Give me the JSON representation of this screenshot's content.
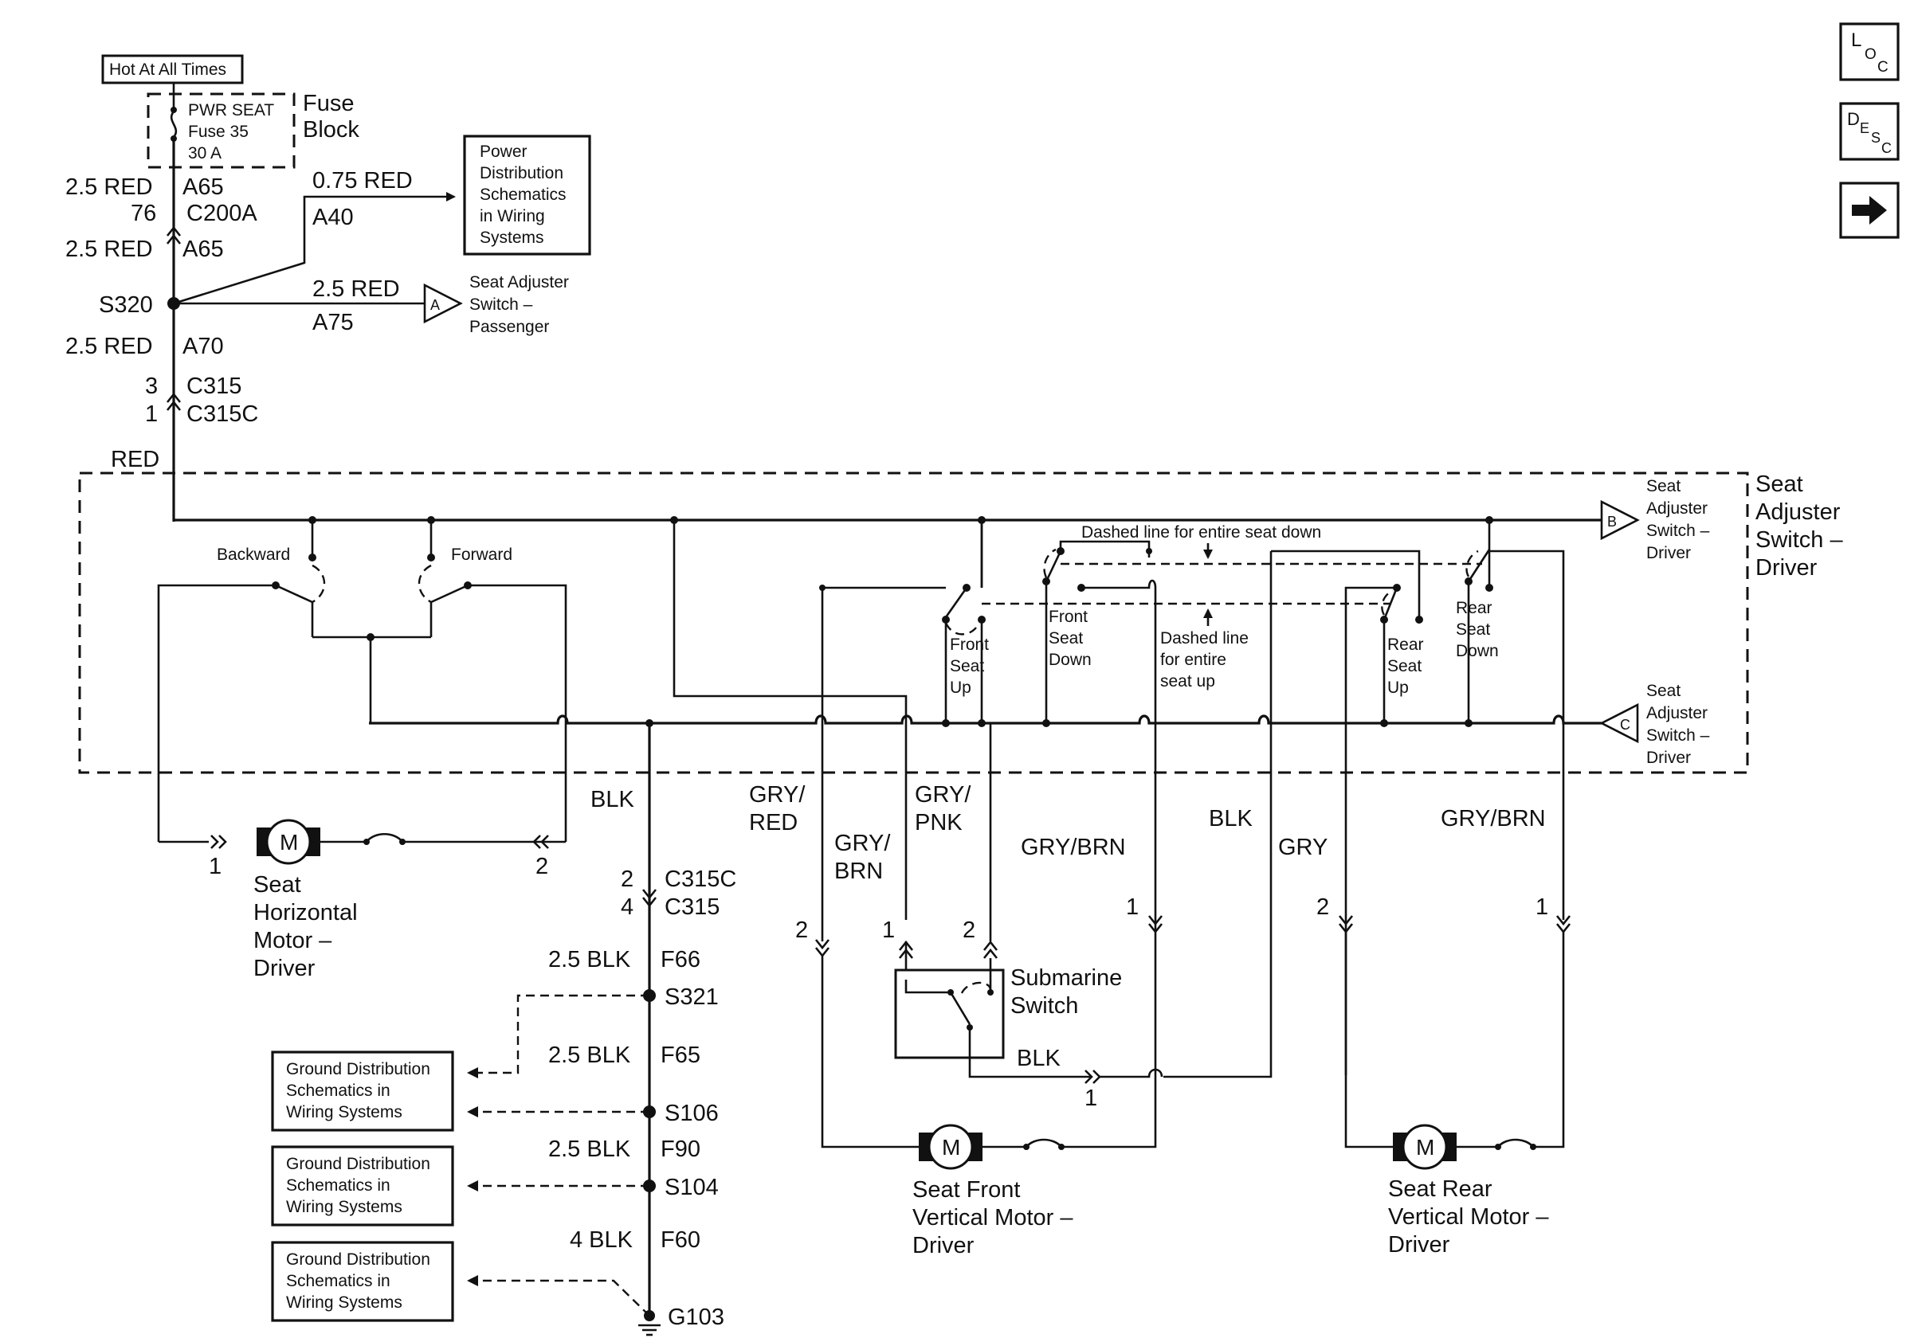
{
  "power": {
    "hot_at_all_times": "Hot At All Times",
    "fuse_block": [
      "Fuse",
      "Block"
    ],
    "fuse_label": [
      "PWR SEAT",
      "Fuse 35",
      "30 A"
    ]
  },
  "feed_labels": {
    "a65_wire": "2.5 RED",
    "a65": "A65",
    "c200a_pin": "76",
    "c200a": "C200A",
    "a65b_wire": "2.5 RED",
    "a65b": "A65",
    "s320": "S320",
    "a70_wire": "2.5 RED",
    "a70": "A70",
    "c315_pin": "3",
    "c315": "C315",
    "c315c_pin": "1",
    "c315c": "C315C",
    "red": "RED"
  },
  "branches": {
    "a40_wire": "0.75 RED",
    "a40": "A40",
    "power_dist": [
      "Power",
      "Distribution",
      "Schematics",
      "in Wiring",
      "Systems"
    ],
    "a75_wire": "2.5 RED",
    "a75": "A75",
    "ref_a": "A",
    "seat_adj_passenger": [
      "Seat Adjuster",
      "Switch –",
      "Passenger"
    ]
  },
  "nav_icons": {
    "loc_big": "L",
    "loc_small1": "O",
    "loc_small2": "C",
    "desc_big": "D",
    "desc_small1": "E",
    "desc_small2": "S",
    "desc_small3": "C"
  },
  "switch_assembly": {
    "title": [
      "Seat",
      "Adjuster",
      "Switch –",
      "Driver"
    ],
    "backward": "Backward",
    "forward": "Forward",
    "dashed_down": "Dashed line for entire seat down",
    "dashed_up": [
      "Dashed line",
      "for entire",
      "seat up"
    ],
    "front_seat_up": [
      "Front",
      "Seat",
      "Up"
    ],
    "front_seat_down": [
      "Front",
      "Seat",
      "Down"
    ],
    "rear_seat_up": [
      "Rear",
      "Seat",
      "Up"
    ],
    "rear_seat_down": [
      "Rear",
      "Seat",
      "Down"
    ],
    "ref_b": "B",
    "ref_c": "C",
    "ref_b_label": [
      "Seat",
      "Adjuster",
      "Switch –",
      "Driver"
    ],
    "ref_c_label": [
      "Seat",
      "Adjuster",
      "Switch –",
      "Driver"
    ]
  },
  "horizontal_motor": {
    "motor_symbol": "M",
    "pin1": "1",
    "pin2": "2",
    "name": [
      "Seat",
      "Horizontal",
      "Motor –",
      "Driver"
    ]
  },
  "ground": {
    "blk": "BLK",
    "c315c_pin": "2",
    "c315c": "C315C",
    "c315_pin": "4",
    "c315": "C315",
    "f66_wire": "2.5 BLK",
    "f66": "F66",
    "s321": "S321",
    "f65_wire": "2.5 BLK",
    "f65": "F65",
    "s106": "S106",
    "f90_wire": "2.5 BLK",
    "f90": "F90",
    "s104": "S104",
    "f60_wire": "4 BLK",
    "f60": "F60",
    "g103": "G103",
    "gd1": [
      "Ground Distribution",
      "Schematics in",
      "Wiring Systems"
    ],
    "gd2": [
      "Ground Distribution",
      "Schematics in",
      "Wiring Systems"
    ],
    "gd3": [
      "Ground Distribution",
      "Schematics in",
      "Wiring Systems"
    ]
  },
  "vertical_wires": {
    "gry_red": [
      "GRY/",
      "RED"
    ],
    "gry_brn_a": [
      "GRY/",
      "BRN"
    ],
    "gry_pnk": [
      "GRY/",
      "PNK"
    ],
    "gry_brn_b": "GRY/BRN",
    "blk_mid": "BLK",
    "gry": "GRY",
    "gry_brn_c": "GRY/BRN"
  },
  "front_motor": {
    "pin_left": "2",
    "pin_sub1": "1",
    "pin_sub2": "2",
    "pin_right": "1",
    "motor_symbol": "M",
    "name": [
      "Seat Front",
      "Vertical Motor –",
      "Driver"
    ]
  },
  "submarine": {
    "name": [
      "Submarine",
      "Switch"
    ],
    "blk": "BLK",
    "pin": "1"
  },
  "rear_motor": {
    "pin_left": "2",
    "pin_right": "1",
    "motor_symbol": "M",
    "name": [
      "Seat Rear",
      "Vertical Motor –",
      "Driver"
    ]
  }
}
